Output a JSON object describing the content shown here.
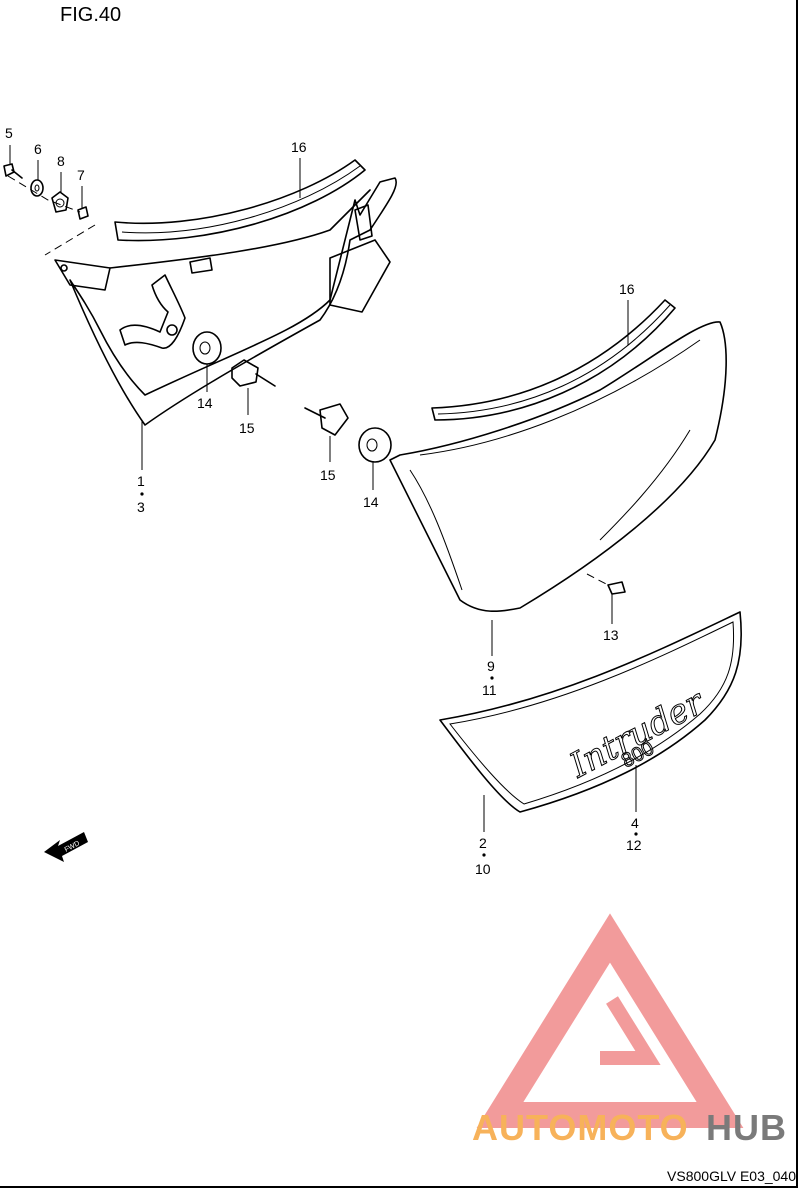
{
  "figure": {
    "title": "FIG.40",
    "code": "VS800GLV E03_040"
  },
  "callouts": {
    "c5": "5",
    "c6": "6",
    "c8": "8",
    "c7": "7",
    "c16a": "16",
    "c16b": "16",
    "c14a": "14",
    "c15a": "15",
    "c1": "1",
    "c3": "3",
    "c15b": "15",
    "c14b": "14",
    "c13": "13",
    "c9": "9",
    "c11": "11",
    "c2": "2",
    "c10": "10",
    "c4": "4",
    "c12": "12"
  },
  "emblem": {
    "script": "Intruder",
    "number": "800"
  },
  "fwd_arrow": "FWD",
  "watermark": {
    "part1": "AUTOMOTO",
    "part2": "HUB",
    "accent_color": "#f08a8a",
    "text_color_1": "#f7b25a",
    "text_color_2": "#7a7a7a"
  }
}
